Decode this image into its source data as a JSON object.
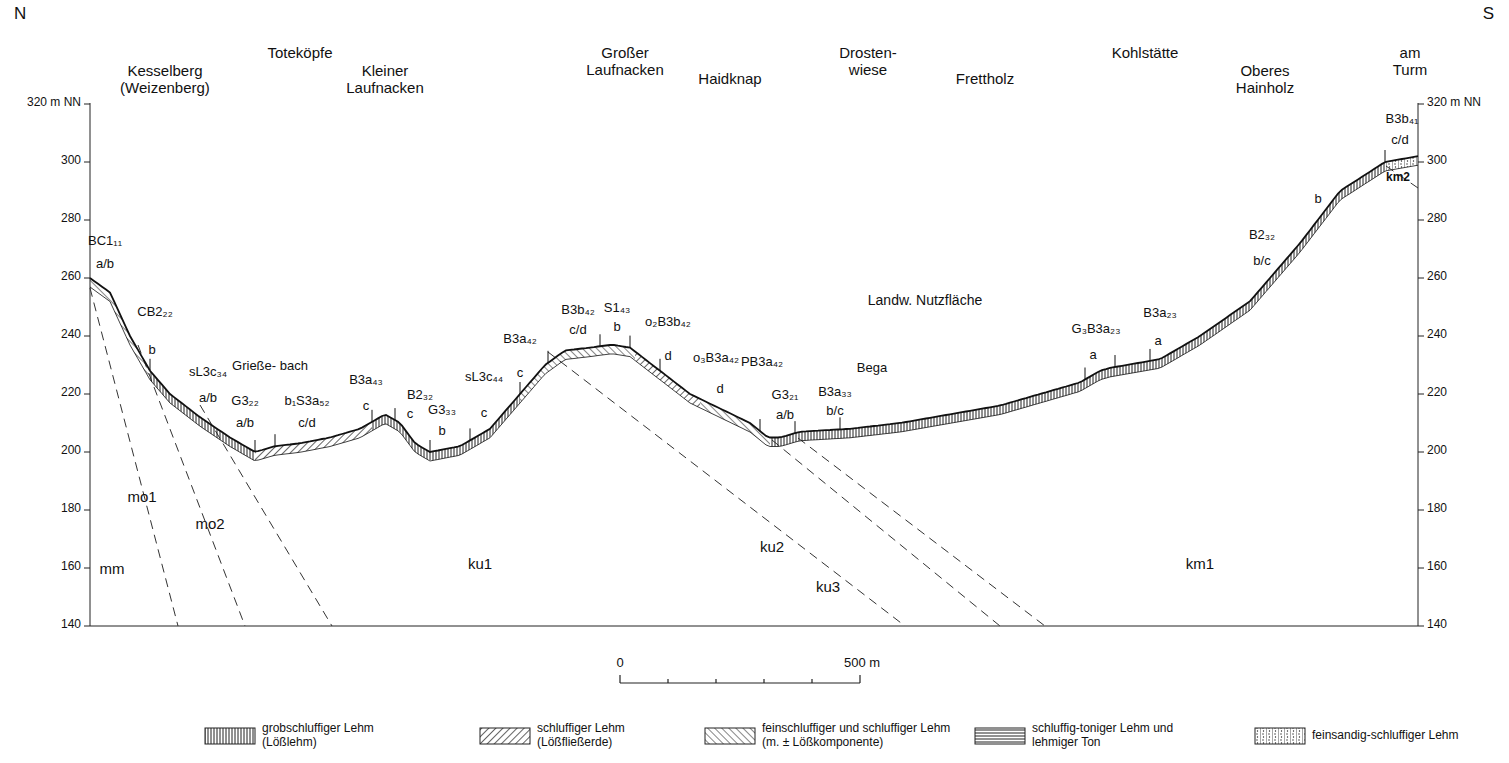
{
  "diagram": {
    "labels": [
      "N",
      "S",
      "Kesselberg (Weizenberg)",
      "Toteköpfe",
      "Kleiner Laufnacken",
      "Großer Laufnacken",
      "Haidknap",
      "Drosten- wiese",
      "Frettholz",
      "Kohlstätte",
      "Oberes Hainholz",
      "am Turm",
      "320 m NN",
      "300",
      "280",
      "260",
      "240",
      "220",
      "200",
      "180",
      "160",
      "140",
      "320 m NN",
      "300",
      "280",
      "260",
      "240",
      "220",
      "200",
      "180",
      "160",
      "140",
      "BC1₁₁",
      "a/b",
      "CB2₂₂",
      "b",
      "Grieße- bach",
      "sL3c₃₄",
      "a/b",
      "G3₂₂",
      "a/b",
      "b₁S3a₅₂",
      "c/d",
      "B3a₄₃",
      "c",
      "B2₃₂",
      "c",
      "G3₃₃",
      "b",
      "sL3c₄₄",
      "c",
      "B3a₄₂",
      "c",
      "B3b₄₂",
      "c/d",
      "S1₄₃",
      "b",
      "o₂B3b₄₂",
      "d",
      "PB3a₄₂",
      "Bega",
      "o₃B3a₄₂",
      "d",
      "G3₂₁",
      "a/b",
      "B3a₃₃",
      "b/c",
      "Landw. Nutzfläche",
      "G₃B3a₂₃",
      "a",
      "B3a₂₃",
      "a",
      "b",
      "B2₃₂",
      "b/c",
      "B3b₄₁",
      "c/d",
      "km2",
      "mm",
      "mo1",
      "mo2",
      "ku1",
      "ku2",
      "ku3",
      "km1",
      "0",
      "500 m"
    ],
    "legend": [
      {
        "text": "grobschluffiger Lehm (Lößlehm)"
      },
      {
        "text": "schluffiger Lehm (Lößfließerde)"
      },
      {
        "text": "feinschluffiger und schluffiger Lehm (m. ± Lößkomponente)"
      },
      {
        "text": "schluffig-toniger Lehm und lehmiger Ton"
      },
      {
        "text": "feinsandig-schluffiger Lehm"
      }
    ]
  }
}
